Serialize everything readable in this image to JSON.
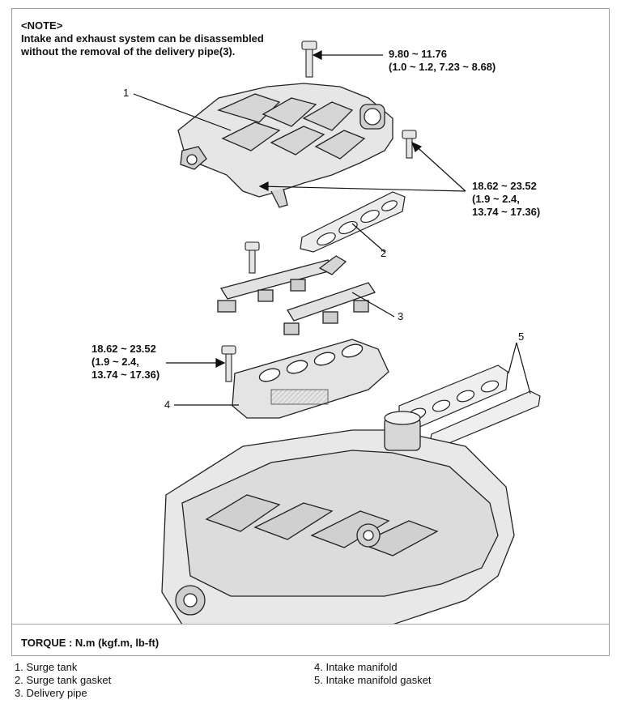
{
  "note": {
    "title": "<NOTE>",
    "text_line1": "Intake and exhaust system can be disassembled",
    "text_line2": "without the removal of the delivery pipe(3)."
  },
  "torque_labels": {
    "t1_line1": "9.80 ~ 11.76",
    "t1_line2": "(1.0 ~ 1.2, 7.23 ~ 8.68)",
    "t2_line1": "18.62 ~ 23.52",
    "t2_line2": "(1.9 ~ 2.4,",
    "t2_line3": "13.74 ~ 17.36)",
    "t3_line1": "18.62 ~ 23.52",
    "t3_line2": "(1.9 ~ 2.4,",
    "t3_line3": "13.74 ~ 17.36)"
  },
  "callouts": {
    "c1": "1",
    "c2": "2",
    "c3": "3",
    "c4": "4",
    "c5": "5"
  },
  "torque_unit": "TORQUE : N.m (kgf.m, lb-ft)",
  "legend": {
    "left": [
      "1. Surge tank",
      "2. Surge tank gasket",
      "3. Delivery pipe"
    ],
    "right": [
      "4. Intake manifold",
      "5. Intake manifold gasket"
    ]
  },
  "icons": {
    "bolt": "bolt-icon",
    "arrow": "arrow-line"
  }
}
